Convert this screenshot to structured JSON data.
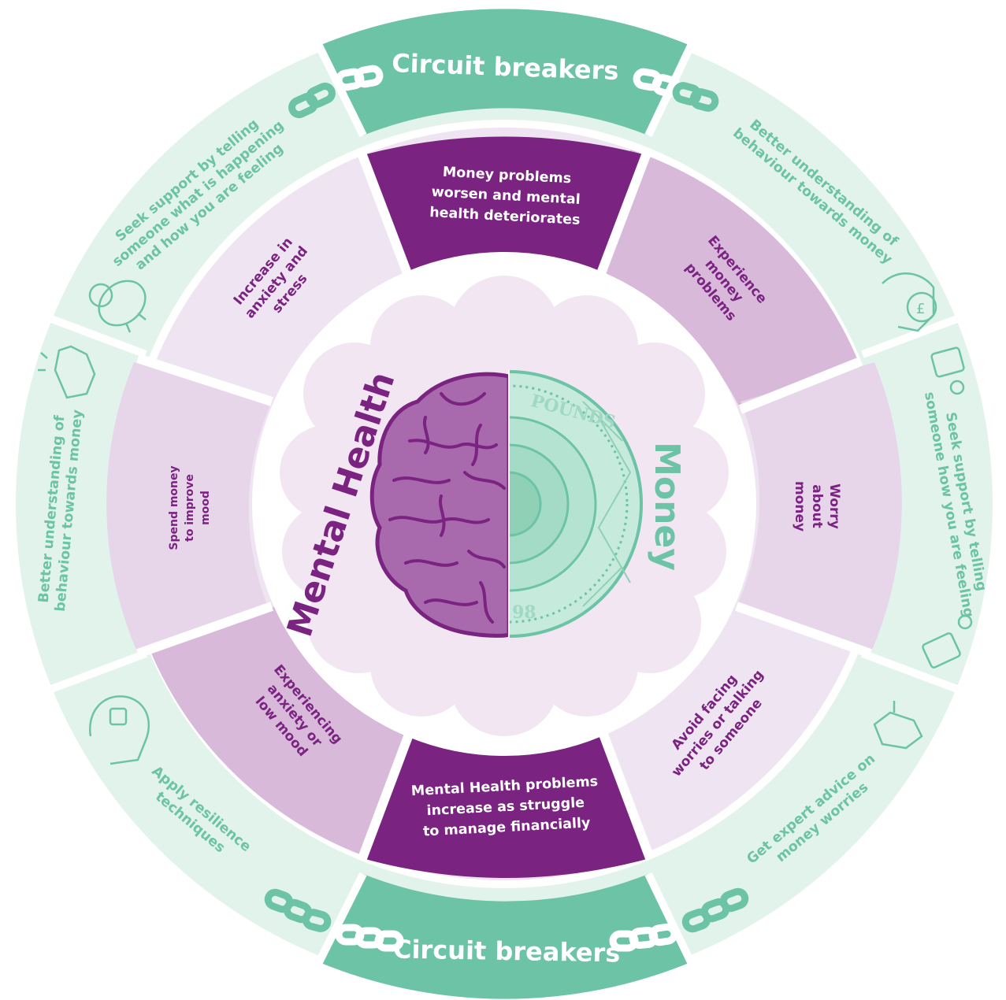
{
  "circuit_breakers": {
    "top_label": "Circuit breakers",
    "bottom_label": "Circuit breakers"
  },
  "outer_ring": [
    "Seek support by telling",
    "someone what is happening",
    "and how you are feeling",
    "Better understanding of",
    "behaviour towards money",
    "Seek support by telling",
    "someone how you are feeling",
    "Get expert advice on",
    "money worries",
    "Apply resilience",
    "techniques",
    "Better understanding of",
    "behaviour towards money"
  ],
  "cycle": {
    "top": [
      "Money problems",
      "worsen and mental",
      "health deteriorates"
    ],
    "top_right": [
      "Experience",
      "money",
      "problems"
    ],
    "right": [
      "Worry",
      "about",
      "money"
    ],
    "bottom_right": [
      "Avoid facing",
      "worries or talking",
      "to someone"
    ],
    "bottom": [
      "Mental Health problems",
      "increase as struggle",
      "to manage financially"
    ],
    "bottom_left": [
      "Experiencing",
      "anxiety or",
      "low mood"
    ],
    "left": [
      "Spend money",
      "to improve",
      "mood"
    ],
    "top_left": [
      "Increase in",
      "anxiety and",
      "stress"
    ]
  },
  "center": {
    "left_title": "Mental Health",
    "right_title": "Money",
    "coin_top_text": "POUNDS",
    "coin_bottom_text": "98"
  },
  "colors": {
    "outer_ring": "#e2f3ec",
    "circuit_breaker_band": "#6cc3a6",
    "outer_text": "#6cc3a6",
    "cycle_light": "#efe4f1",
    "cycle_mid": "#d8b9da",
    "cycle_dark": "#7a2381",
    "cycle_text": "#7a2381",
    "cloud": "#f1e6f2",
    "brain_fill": "#a86aad",
    "coin_fill": "#c6ebdd"
  },
  "icons": [
    "chain-icon",
    "piggy-bank-icon",
    "head-pound-icon",
    "chat-bubbles-icon",
    "handshake-icon",
    "puzzle-head-icon",
    "clapping-hands-icon",
    "brain-icon",
    "coin-icon"
  ]
}
